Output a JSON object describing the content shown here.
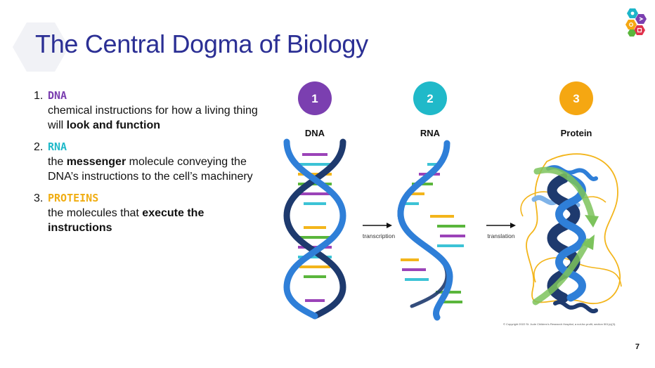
{
  "slide": {
    "title": "The Central Dogma of Biology",
    "page_number": "7"
  },
  "list": [
    {
      "num": "1.",
      "term": "DNA",
      "parts": [
        "chemical instructions for how a living thing will ",
        "look and function",
        ""
      ]
    },
    {
      "num": "2.",
      "term": "RNA",
      "parts": [
        "the ",
        "messenger",
        " molecule conveying the DNA’s instructions to the cell’s machinery"
      ]
    },
    {
      "num": "3.",
      "term": "PROTEINS",
      "parts": [
        "the molecules that ",
        "execute the instructions",
        ""
      ]
    }
  ],
  "diagram": {
    "steps": [
      {
        "number": "1",
        "label": "DNA",
        "color": "#7b3fb0"
      },
      {
        "number": "2",
        "label": "RNA",
        "color": "#20b9c9"
      },
      {
        "number": "3",
        "label": "Protein",
        "color": "#f5a712"
      }
    ],
    "arrows": [
      "transcription",
      "translation"
    ],
    "copyright": "© Copyright 2022 St. Jude Children’s Research Hospital, a not-for-profit, section 501(c)(3)."
  },
  "colors": {
    "title": "#2b2f94",
    "helix_dark": "#1e3a6e",
    "helix_light": "#2f7fd8",
    "base_purple": "#9b43b8",
    "base_cyan": "#3cc3d6",
    "base_yellow": "#f3b51b",
    "base_green": "#5ab63c",
    "protein_line": "#f3b51b",
    "protein_arrow": "#7cc35c"
  }
}
